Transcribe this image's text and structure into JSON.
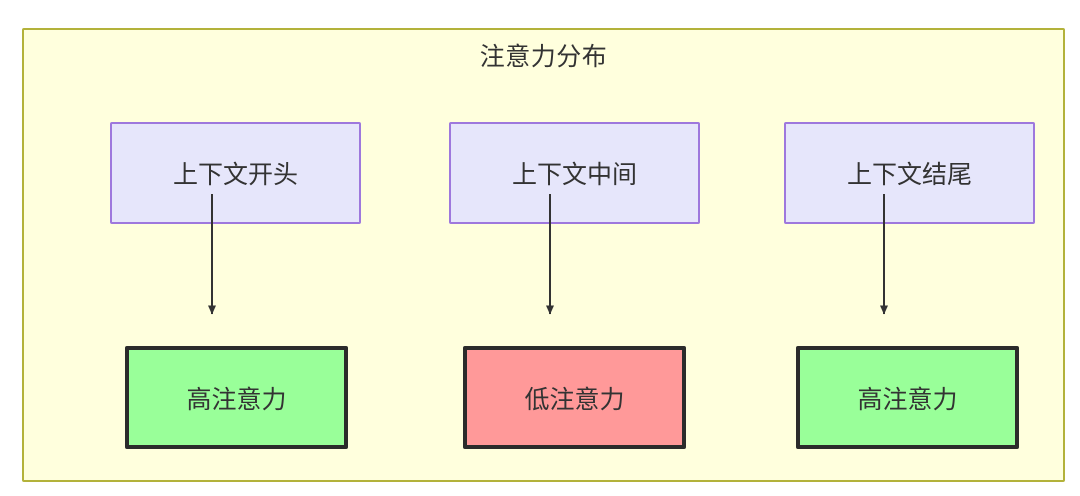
{
  "diagram": {
    "title": "注意力分布",
    "colors": {
      "container_fill": "#ffffdd",
      "container_border": "#b3b23a",
      "top_node_fill": "#e6e6fb",
      "top_node_border": "#9e78dd",
      "high_attention_fill": "#99ff99",
      "low_attention_fill": "#ff9999",
      "node_border_dark": "#2b2b2b",
      "edge_color": "#333333",
      "text_color": "#333333"
    },
    "columns": [
      {
        "source_label": "上下文开头",
        "target_label": "高注意力",
        "level": "high"
      },
      {
        "source_label": "上下文中间",
        "target_label": "低注意力",
        "level": "low"
      },
      {
        "source_label": "上下文结尾",
        "target_label": "高注意力",
        "level": "high"
      }
    ]
  }
}
